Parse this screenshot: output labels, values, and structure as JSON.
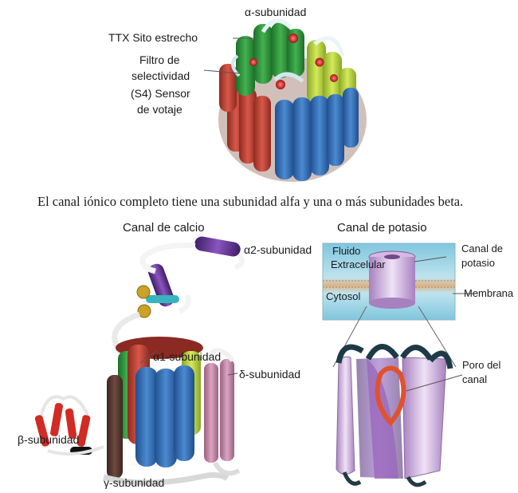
{
  "top_figure": {
    "alpha_subunit": "α-subunidad",
    "ttx_site": "TTX Sito estrecho",
    "filter_line1": "Filtro de",
    "filter_line2": "selectividad",
    "sensor_line1": "(S4) Sensor",
    "sensor_line2": "de votaje"
  },
  "caption": "El canal iónico completo tiene una subunidad alfa y una o más subunidades beta.",
  "calcium_channel": {
    "title": "Canal de calcio",
    "alpha2": "α2-subunidad",
    "alpha1": "α1-subunidad",
    "delta": "δ-subunidad",
    "beta": "β-subunidad",
    "gamma": "γ-subunidad"
  },
  "potassium_channel": {
    "title": "Canal de potasio",
    "fluid_line1": "Fluido",
    "fluid_line2": "Extracelular",
    "channel_line1": "Canal de",
    "channel_line2": "potasio",
    "membrane": "Membrana",
    "cytosol": "Cytosol",
    "pore_line1": "Poro del",
    "pore_line2": "canal"
  },
  "colors": {
    "green": "#2e9e3a",
    "yellow_green": "#b8d43a",
    "red": "#c0392b",
    "blue": "#2f6fb6",
    "purple": "#6a3a9a",
    "pink": "#c48aa8",
    "gold": "#c9a227",
    "lavender": "#c7a6d8",
    "cyan_box": "#9fd3e6"
  }
}
